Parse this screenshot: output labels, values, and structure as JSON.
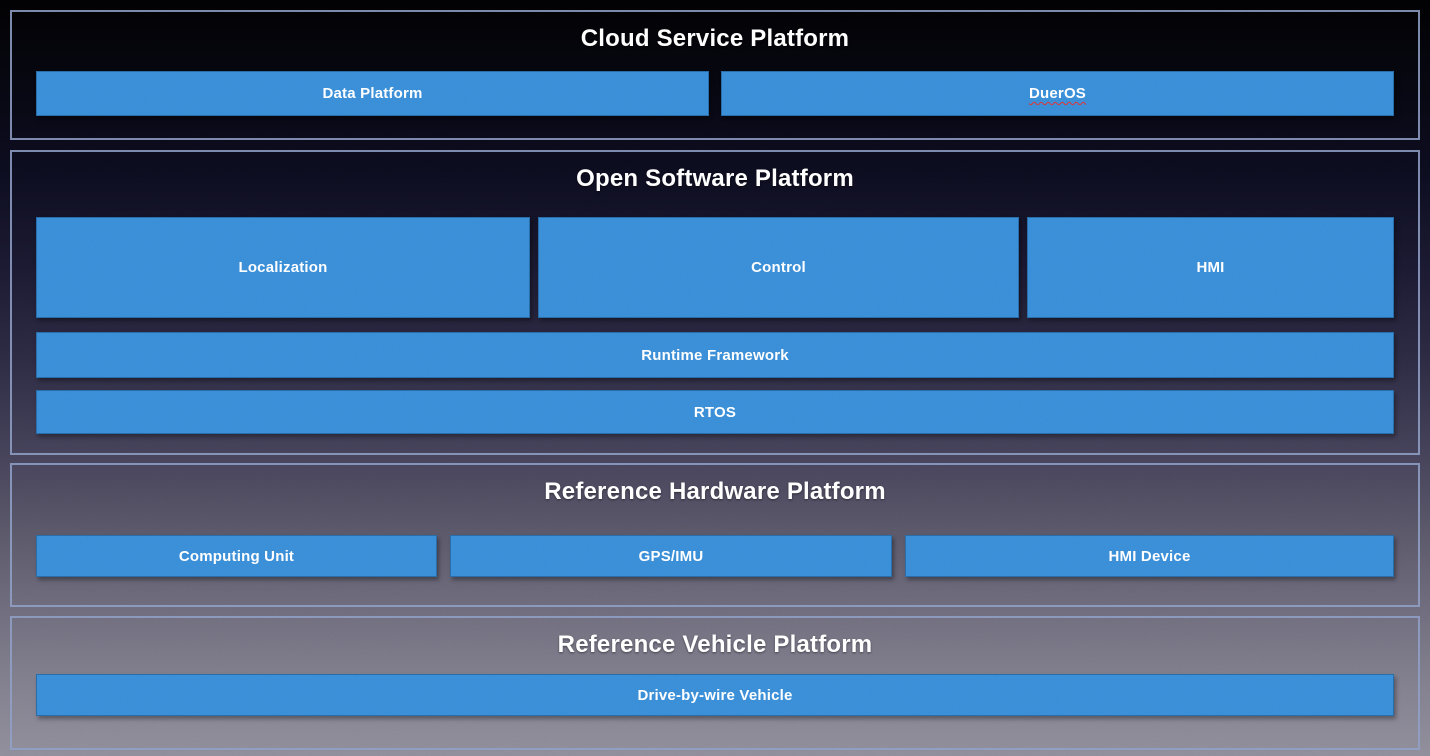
{
  "colors": {
    "box_blue": "#3a8ed8",
    "section_border": "#8fa0c8",
    "title_text": "#ffffff",
    "box_text": "#ffffff",
    "spellcheck_underline_red": "#e03434",
    "background_top": "#010103",
    "background_bottom": "#918e9c"
  },
  "sections": [
    {
      "title": "Cloud Service Platform",
      "boxes": [
        {
          "label": "Data Platform"
        },
        {
          "label": "DuerOS",
          "spellcheck_underline": true
        }
      ]
    },
    {
      "title": "Open Software Platform",
      "boxes": [
        {
          "label": "Localization"
        },
        {
          "label": "Control"
        },
        {
          "label": "HMI"
        },
        {
          "label": "Runtime Framework"
        },
        {
          "label": "RTOS"
        }
      ]
    },
    {
      "title": "Reference Hardware Platform",
      "boxes": [
        {
          "label": "Computing Unit"
        },
        {
          "label": "GPS/IMU"
        },
        {
          "label": "HMI Device"
        }
      ]
    },
    {
      "title": "Reference Vehicle Platform",
      "boxes": [
        {
          "label": "Drive-by-wire Vehicle"
        }
      ]
    }
  ]
}
